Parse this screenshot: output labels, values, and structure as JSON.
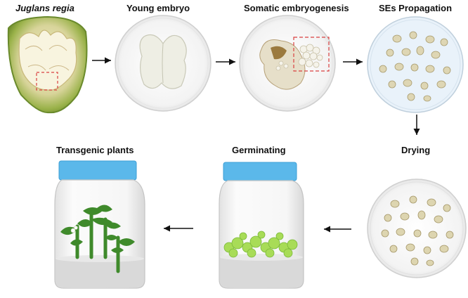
{
  "stages": {
    "juglans": "Juglans regia",
    "young_embryo": "Young embryo",
    "somatic": "Somatic embryogenesis",
    "propagation": "SEs Propagation",
    "drying": "Drying",
    "germinating": "Germinating",
    "transgenic": "Transgenic plants"
  },
  "colors": {
    "jar_lid": "#5bb8ea",
    "highlight_box": "#d94040",
    "dish_fill": "#eef5fb",
    "medium": "#d9d9d9",
    "plant_green": "#3f8a2b",
    "sprout_green": "#a8dc57"
  }
}
